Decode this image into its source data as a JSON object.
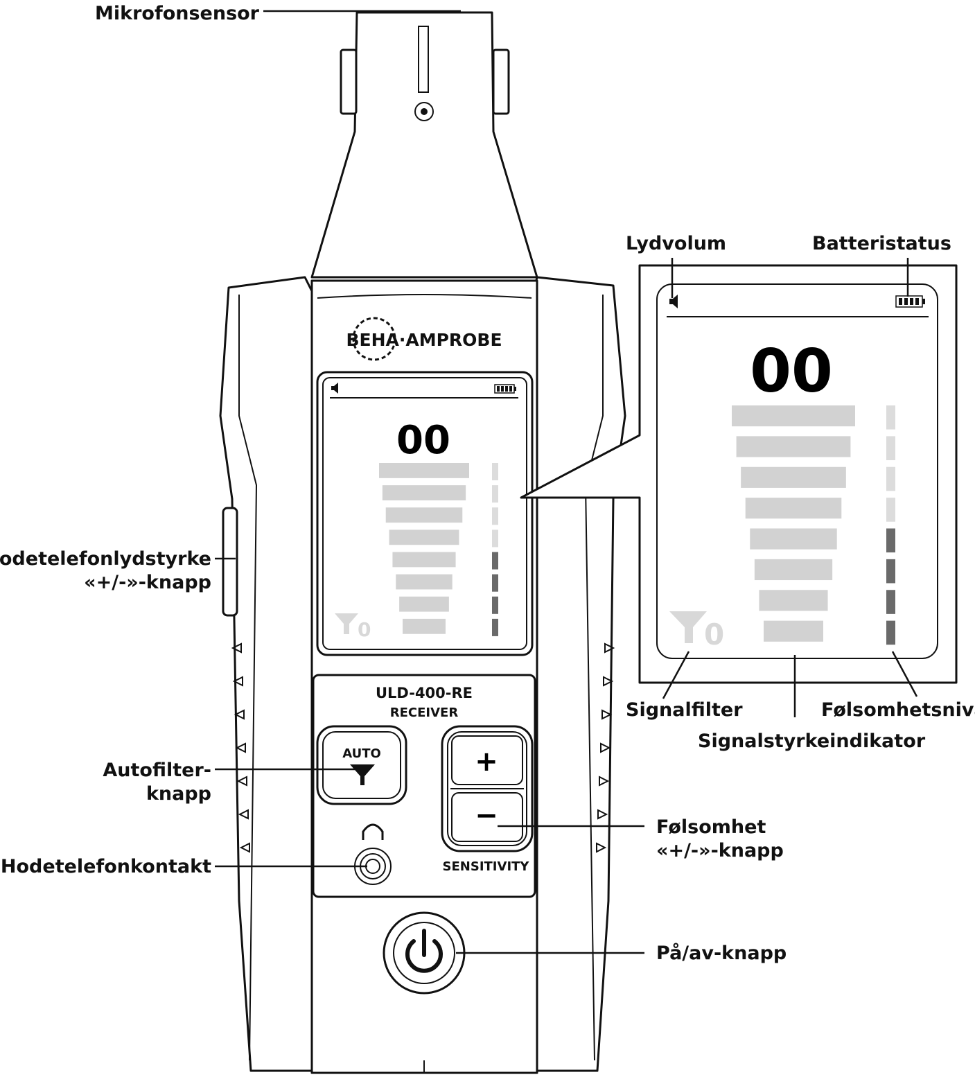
{
  "device": {
    "brand": "BEHA·AMPROBE",
    "model": "ULD-400-RE",
    "model_sub": "RECEIVER",
    "auto_label": "AUTO",
    "plus_symbol": "+",
    "minus_symbol": "−",
    "sensitivity_label": "SENSITIVITY"
  },
  "display": {
    "reading": "00",
    "filter_value": "0",
    "signal_bars": 8,
    "sensitivity_segments_total": 8,
    "sensitivity_segments_active": 4,
    "colors": {
      "bar_inactive": "#d2d2d2",
      "segment_active": "#6a6a6a",
      "segment_inactive": "#dcdcdc",
      "filter_icon": "#d8d8d8"
    }
  },
  "labels": {
    "mikrofonsensor": "Mikrofonsensor",
    "lydvolum": "Lydvolum",
    "batteristatus": "Batteristatus",
    "hodetelefon_volum_line1": "Hodetelefonlydstyrke",
    "hodetelefon_volum_line2": "«+/-»-knapp",
    "autofilter_line1": "Autofilter-",
    "autofilter_line2": "knapp",
    "hodetelefonkontakt": "Hodetelefonkontakt",
    "signalfilter": "Signalfilter",
    "folsomhetsniva": "Følsomhetsnivå",
    "signalstyrkeindikator": "Signalstyrkeindikator",
    "folsomhet_line1": "Følsomhet",
    "folsomhet_line2": "«+/-»-knapp",
    "paav": "På/av-knapp"
  },
  "icons": [
    "speaker-icon",
    "battery-icon",
    "filter-icon",
    "funnel-icon",
    "headphones-icon",
    "power-icon",
    "gear-logo-icon"
  ]
}
